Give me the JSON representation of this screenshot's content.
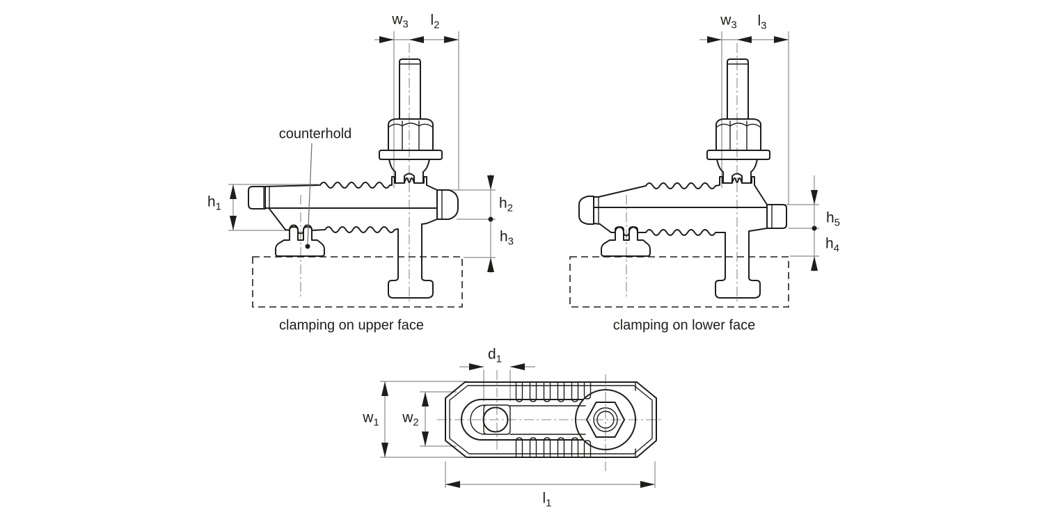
{
  "drawing": {
    "captions": {
      "left": "clamping on upper face",
      "right": "clamping on lower face"
    },
    "annotation": {
      "counterhold": "counterhold"
    },
    "labels": {
      "w3": {
        "base": "w",
        "sub": "3"
      },
      "l2": {
        "base": "l",
        "sub": "2"
      },
      "l3": {
        "base": "l",
        "sub": "3"
      },
      "h1": {
        "base": "h",
        "sub": "1"
      },
      "h2": {
        "base": "h",
        "sub": "2"
      },
      "h3": {
        "base": "h",
        "sub": "3"
      },
      "h4": {
        "base": "h",
        "sub": "4"
      },
      "h5": {
        "base": "h",
        "sub": "5"
      },
      "d1": {
        "base": "d",
        "sub": "1"
      },
      "w1": {
        "base": "w",
        "sub": "1"
      },
      "w2": {
        "base": "w",
        "sub": "2"
      },
      "l1": {
        "base": "l",
        "sub": "1"
      }
    },
    "colors": {
      "line": "#1d1d1b",
      "thin": "#8a8a8a",
      "background": "#ffffff"
    }
  }
}
